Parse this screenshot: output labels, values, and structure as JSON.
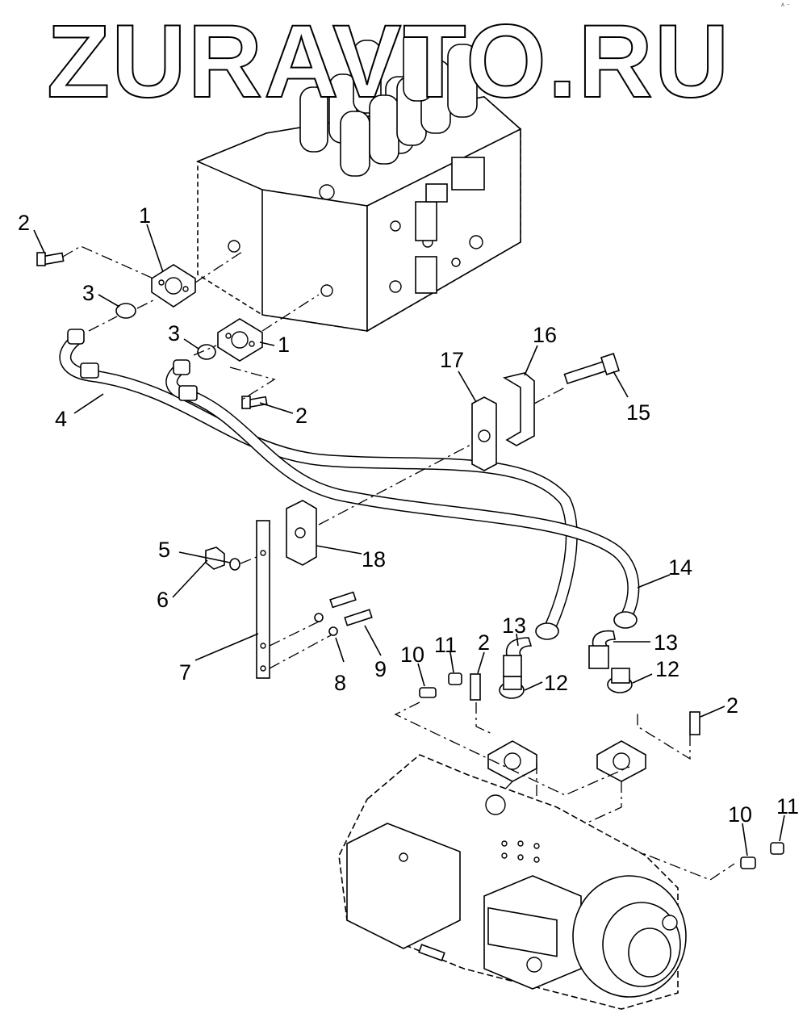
{
  "watermark": "ZURAVTO.RU",
  "corner_mark": "ᴬ ⁻",
  "callouts": {
    "c1a": "1",
    "c1b": "1",
    "c2a": "2",
    "c2b": "2",
    "c2c": "2",
    "c2d": "2",
    "c3a": "3",
    "c3b": "3",
    "c4": "4",
    "c5": "5",
    "c6": "6",
    "c7": "7",
    "c8": "8",
    "c9": "9",
    "c10a": "10",
    "c10b": "10",
    "c11a": "11",
    "c11b": "11",
    "c12a": "12",
    "c12b": "12",
    "c13a": "13",
    "c13b": "13",
    "c14": "14",
    "c15": "15",
    "c16": "16",
    "c17": "17",
    "c18": "18"
  }
}
